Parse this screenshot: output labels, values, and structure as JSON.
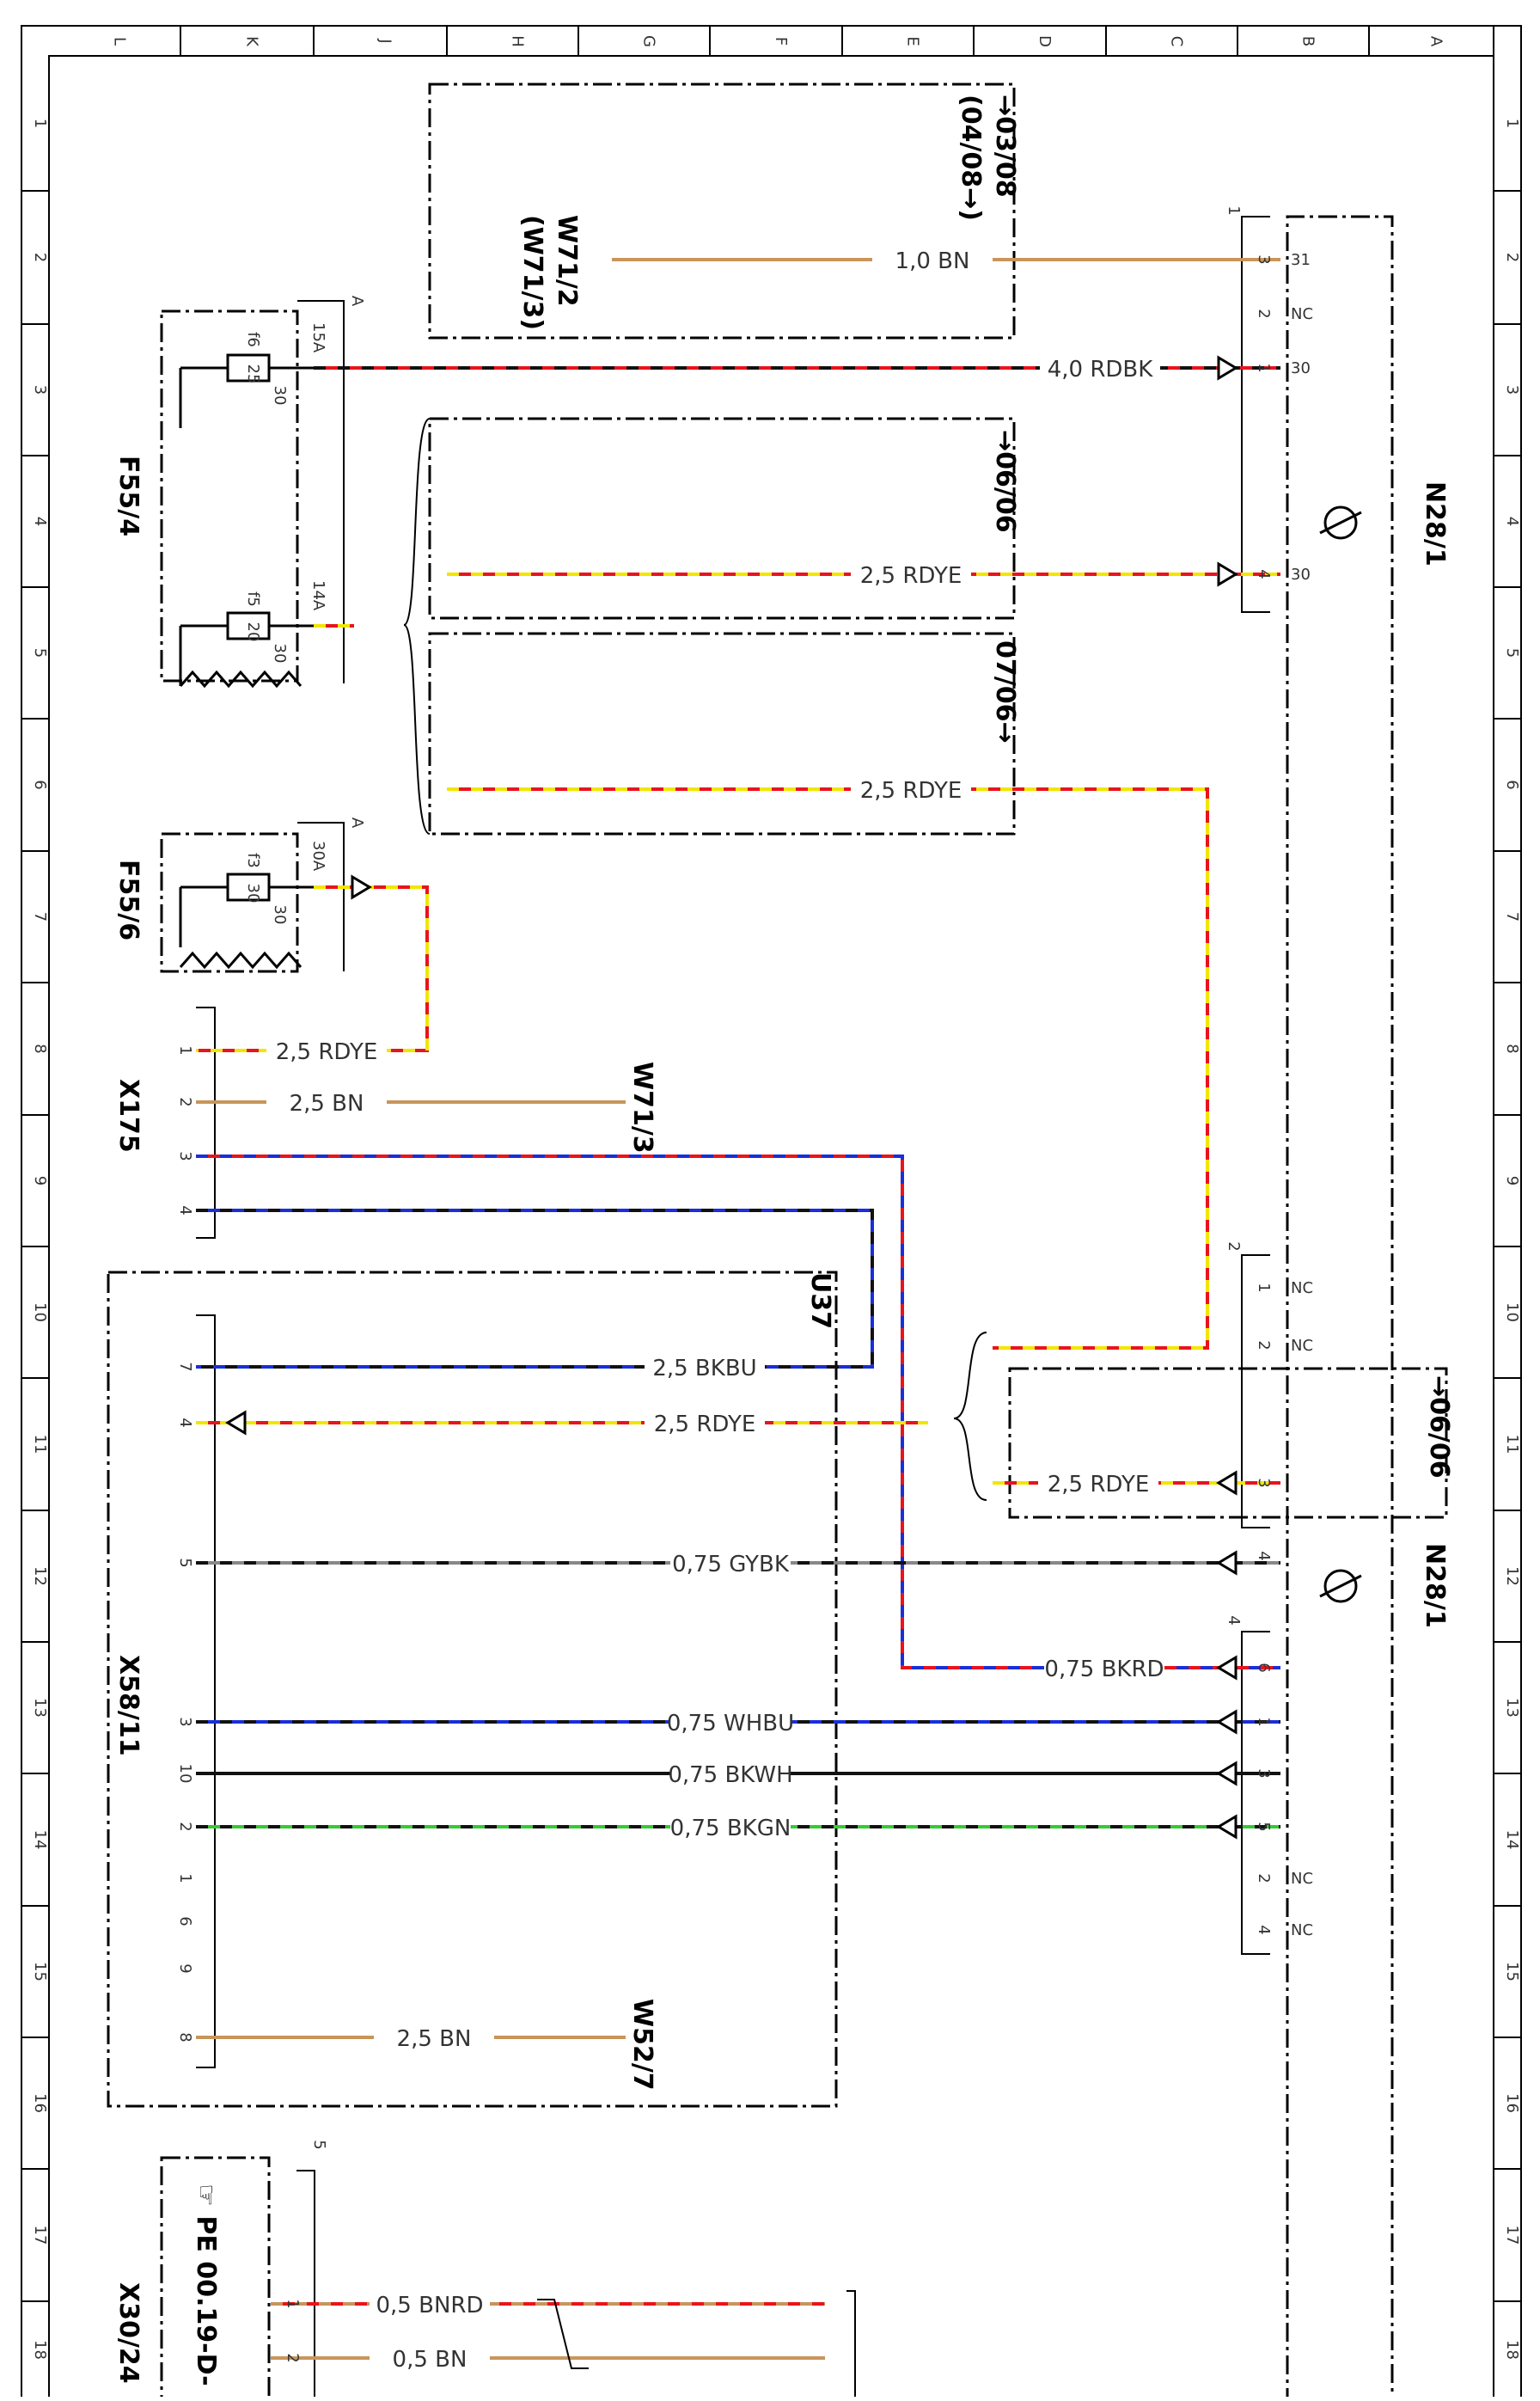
{
  "frame": {
    "columns": [
      "L",
      "K",
      "J",
      "H",
      "G",
      "F",
      "E",
      "D",
      "C",
      "B",
      "A"
    ],
    "rows": [
      "1",
      "2",
      "3",
      "4",
      "5",
      "6",
      "7",
      "8",
      "9",
      "10",
      "11",
      "12",
      "13",
      "14",
      "15",
      "16",
      "17",
      "18"
    ]
  },
  "components": {
    "n28_1_top": "N28/1",
    "n28_1_bottom": "N28/1",
    "f55_4": "F55/4",
    "f55_6": "F55/6",
    "x175": "X175",
    "x58_11": "X58/11",
    "x30_24": "X30/24",
    "u37": "U37",
    "w71_2": "W71/2",
    "w71_3_alt": "(W71/3)",
    "w71_3": "W71/3",
    "w52_7": "W52/7",
    "pe_ref": "☞ PE 00.19-D-"
  },
  "variants": {
    "v1a": "→03/08",
    "v1b": "(04/08→)",
    "v2": "→06/06",
    "v3": "07/06→",
    "v4": "→06/06"
  },
  "wire_labels": {
    "w1": "1,0 BN",
    "w2": "4,0 RDBK",
    "w3": "2,5 RDYE",
    "w4": "2,5 RDYE",
    "w5": "2,5 RDYE",
    "w6": "2,5 BN",
    "w7": "2,5 BKBU",
    "w8": "2,5 RDYE",
    "w9": "2,5 RDYE",
    "w10": "0,75 GYBK",
    "w11": "0,75 BKRD",
    "w12": "0,75 WHBU",
    "w13": "0,75 BKWH",
    "w14": "0,75 BKGN",
    "w15": "2,5 BN",
    "w16": "0,5 BNRD",
    "w17": "0,5 BN"
  },
  "pins": {
    "n28_c1": [
      "3",
      "2",
      "1",
      "4"
    ],
    "n28_c1_terms": [
      "31",
      "NC",
      "30",
      "30"
    ],
    "n28_c2": [
      "1",
      "2",
      "3",
      "4"
    ],
    "n28_c2_terms": [
      "NC",
      "NC"
    ],
    "n28_c4": [
      "6",
      "1",
      "3",
      "5",
      "2",
      "4"
    ],
    "n28_c4_terms": [
      "NC",
      "NC"
    ],
    "connector_ids": [
      "1",
      "2",
      "4",
      "5"
    ],
    "x175": [
      "1",
      "2",
      "3",
      "4"
    ],
    "x58_11": [
      "7",
      "4",
      "5",
      "3",
      "10",
      "2",
      "1",
      "6",
      "9",
      "8"
    ],
    "x30_24": [
      "1",
      "2"
    ],
    "fuse_f6_top": "15A",
    "fuse_f6_name": "f6",
    "fuse_f6_val": "25",
    "fuse_f6_pin": "30",
    "fuse_f5_top": "14A",
    "fuse_f5_name": "f5",
    "fuse_f5_val": "20",
    "fuse_f5_pin": "30",
    "fuse_f3_top": "30A",
    "fuse_f3_name": "f3",
    "fuse_f3_val": "30",
    "fuse_f3_pin": "30",
    "fuse_box_a1": "A",
    "fuse_box_a2": "A"
  },
  "colors": {
    "red": "#e8141c",
    "yellow": "#f2e600",
    "brown": "#c8955a",
    "blue": "#1a2fd6",
    "green": "#33cc33",
    "black": "#111111",
    "grey": "#888888",
    "white": "#ffffff"
  }
}
